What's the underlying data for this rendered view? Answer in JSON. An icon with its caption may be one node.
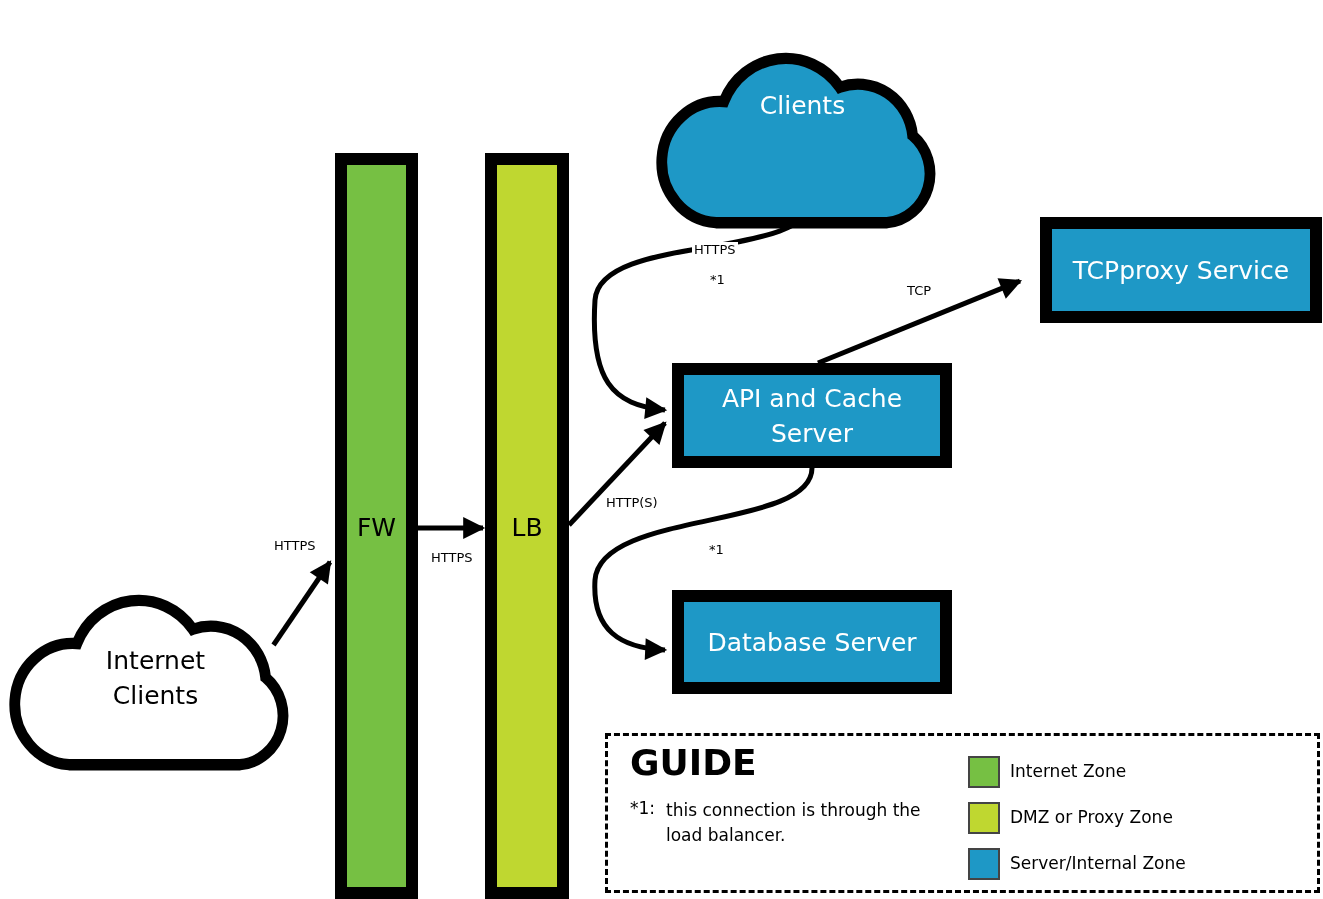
{
  "diagram": {
    "nodes": [
      {
        "text": [
          "Clients"
        ]
      },
      {
        "text": [
          "FW"
        ]
      },
      {
        "text": [
          "LB"
        ]
      },
      {
        "text": [
          "TCPproxy Service"
        ]
      },
      {
        "text": [
          "API and Cache Server"
        ]
      },
      {
        "text": [
          "Database Server"
        ]
      },
      {
        "text": [
          "Internet Clients"
        ]
      }
    ],
    "edges": [
      {
        "from": 6,
        "to": 1,
        "arrow": "to",
        "label": "HTTPS"
      },
      {
        "from": 1,
        "to": 2,
        "arrow": "to",
        "label": "HTTPS"
      },
      {
        "from": 2,
        "to": 4,
        "arrow": "to",
        "label": "HTTP(S)"
      },
      {
        "from": 0,
        "to": 4,
        "arrow": "to",
        "label": "HTTPS"
      },
      {
        "from": 4,
        "to": 5,
        "arrow": "to",
        "label": "*1"
      },
      {
        "from": 4,
        "to": 3,
        "arrow": "to",
        "label": "TCP"
      }
    ],
    "labels": [
      "*1",
      "GUIDE",
      "*1:",
      "this connection is through the load balancer."
    ],
    "legend": [
      {
        "text": "Internet Zone",
        "color": "#76c043"
      },
      {
        "text": "DMZ or Proxy Zone",
        "color": "#bfd730"
      },
      {
        "text": "Server/Internal Zone",
        "color": "#1e98c6"
      }
    ]
  }
}
